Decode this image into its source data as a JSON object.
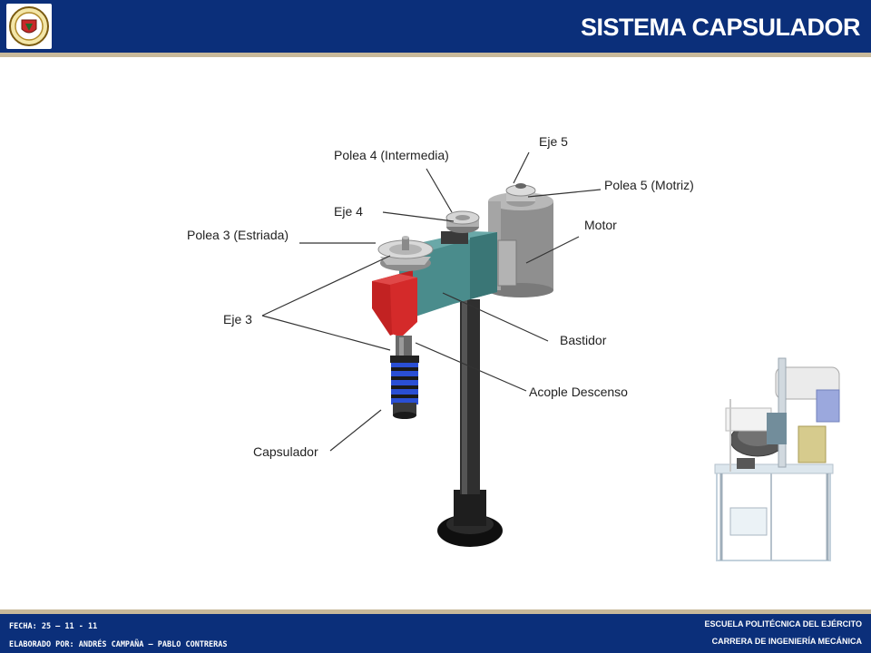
{
  "header": {
    "title": "SISTEMA CAPSULADOR",
    "logo_icon": "university-crest-icon"
  },
  "labels": {
    "eje5": "Eje 5",
    "polea4": "Polea 4 (Intermedia)",
    "polea5": "Polea 5 (Motriz)",
    "eje4": "Eje 4",
    "motor": "Motor",
    "polea3": "Polea 3 (Estriada)",
    "eje3": "Eje 3",
    "bastidor": "Bastidor",
    "acople": "Acople Descenso",
    "capsulador": "Capsulador"
  },
  "footer": {
    "date": "FECHA: 25 – 11 - 11",
    "authors": "ELABORADO POR: ANDRÉS CAMPAÑA – PABLO CONTRERAS",
    "school": "ESCUELA POLITÉCNICA DEL EJÉRCITO",
    "career": "CARRERA DE INGENIERÍA MECÁNICA"
  },
  "colors": {
    "header_bg": "#0b2f7a",
    "stripe": "#c8b99a",
    "frame_teal": "#4a8c8c",
    "block_red": "#d42a2a",
    "spring_blue": "#2a4fd4"
  }
}
